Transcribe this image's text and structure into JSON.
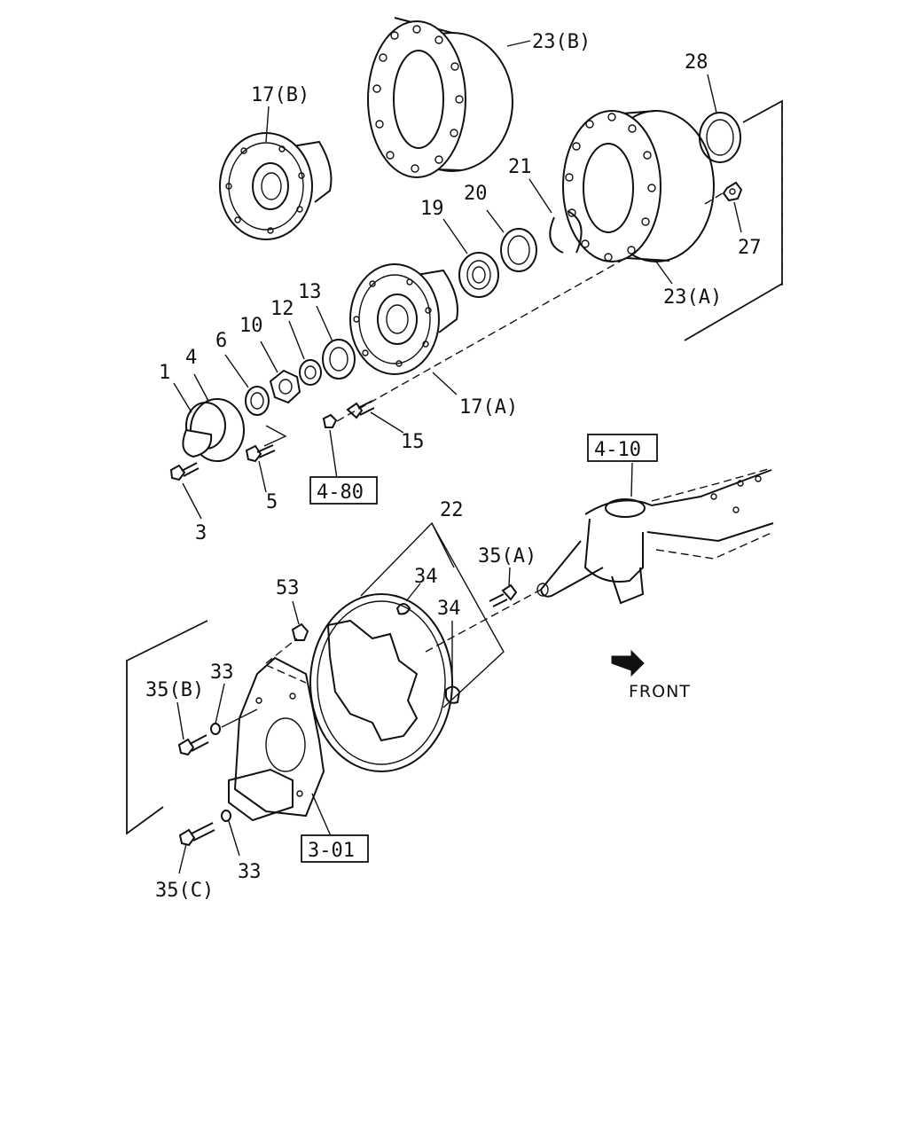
{
  "callouts": {
    "c23b": "23(B)",
    "c17b": "17(B)",
    "c28": "28",
    "c21": "21",
    "c20": "20",
    "c19": "19",
    "c27": "27",
    "c23a": "23(A)",
    "c13": "13",
    "c12": "12",
    "c10": "10",
    "c6": "6",
    "c4": "4",
    "c1": "1",
    "c17a": "17(A)",
    "c15": "15",
    "c5": "5",
    "c3": "3",
    "c22": "22",
    "c35a": "35(A)",
    "c34a": "34",
    "c34b": "34",
    "c53": "53",
    "c33a": "33",
    "c35b": "35(B)",
    "c33b": "33",
    "c35c": "35(C)"
  },
  "reference_boxes": {
    "r480": "4-80",
    "r410": "4-10",
    "r301": "3-01"
  },
  "direction_label": "FRONT",
  "icons": {
    "direction": "arrow-down-right-icon"
  }
}
